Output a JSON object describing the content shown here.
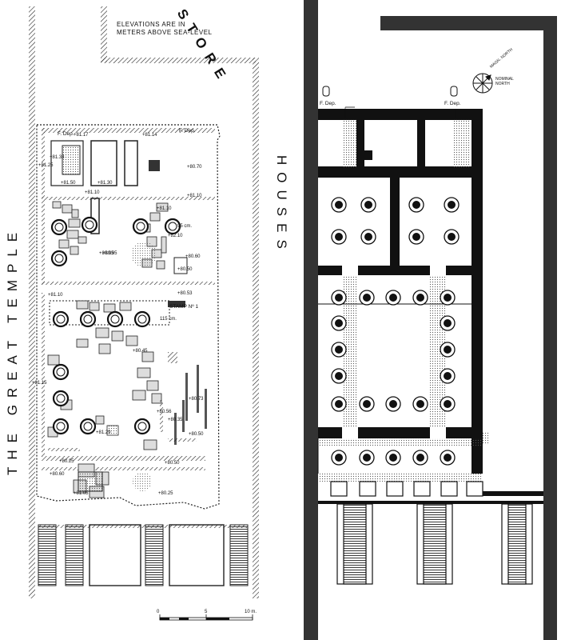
{
  "left_plan": {
    "note_line1": "ELEVATIONS ARE IN",
    "note_line2": "METERS ABOVE SEA-LEVEL",
    "temple_label": "THE GREAT TEMPLE",
    "store_label": "STORE",
    "houses_label": "HOUSES",
    "stamp_label": "STAMP Nº 1",
    "fdep_left": "F. Dep.",
    "fdep_right": "F. Dep.",
    "dim_95": "95 cm.",
    "dim_115": "115 cm.",
    "elevations": [
      "+81.17",
      "+81.14",
      "+81.38",
      "+81.25",
      "+81.30",
      "+80.70",
      "+81.50",
      "+81.10",
      "+81.10",
      "+81.10",
      "+80.95",
      "+82.10",
      "+80.95",
      "+80.60",
      "+80.50",
      "+81.10",
      "+80.53",
      "+80.45",
      "+81.15",
      "+80.73",
      "+80.56",
      "+80.35",
      "+81.29",
      "+80.50",
      "+80.25",
      "+80.50",
      "+80.60",
      "+81.05",
      "+80.25"
    ],
    "scale_labels": [
      "0",
      "5",
      "10 m."
    ]
  },
  "right_plan": {
    "fdep_left": "F. Dep.",
    "fdep_right": "F. Dep.",
    "magnetic_north": "MAGN. NORTH",
    "nominal_north": "NOMINAL NORTH"
  }
}
